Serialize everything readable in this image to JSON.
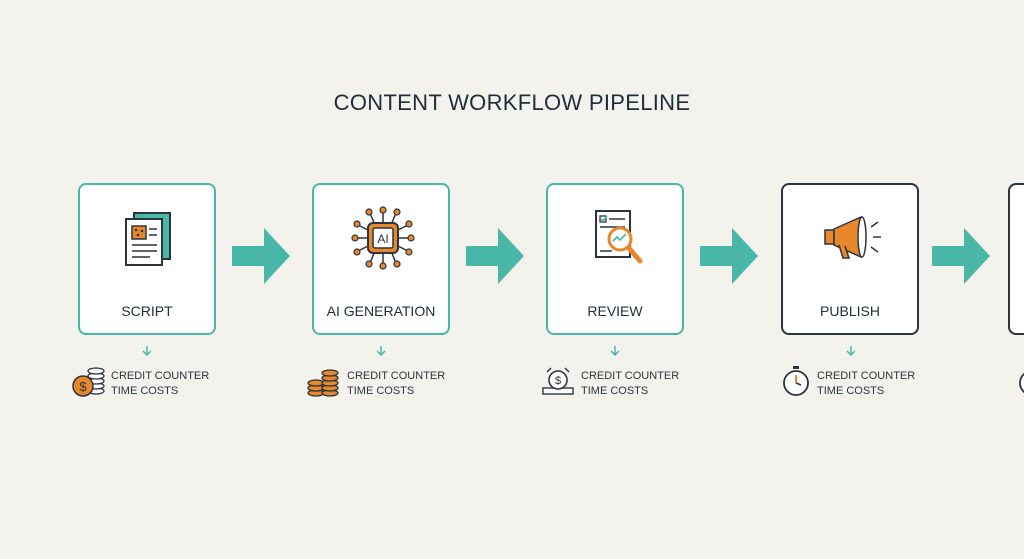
{
  "title": "CONTENT WORKFLOW PIPELINE",
  "stages": [
    {
      "label": "SCRIPT",
      "icon": "document-icon",
      "cost_icon": "coins-icon",
      "cost_line1": "CREDIT COUNTER",
      "cost_line2": "TIME COSTS"
    },
    {
      "label": "AI GENERATION",
      "icon": "ai-chip-icon",
      "chip_text": "AI",
      "cost_icon": "coins-icon",
      "cost_line1": "CREDIT COUNTER",
      "cost_line2": "TIME COSTS"
    },
    {
      "label": "REVIEW",
      "icon": "magnifier-checklist-icon",
      "cost_icon": "money-clock-icon",
      "cost_line1": "CREDIT COUNTER",
      "cost_line2": "TIME COSTS"
    },
    {
      "label": "PUBLISH",
      "icon": "megaphone-icon",
      "cost_icon": "stopwatch-icon",
      "cost_line1": "CREDIT COUNTER",
      "cost_line2": "TIME COSTS"
    }
  ],
  "colors": {
    "teal": "#49b7a8",
    "orange": "#e8882a",
    "dark": "#2c3440",
    "background": "#f3f2ed"
  }
}
